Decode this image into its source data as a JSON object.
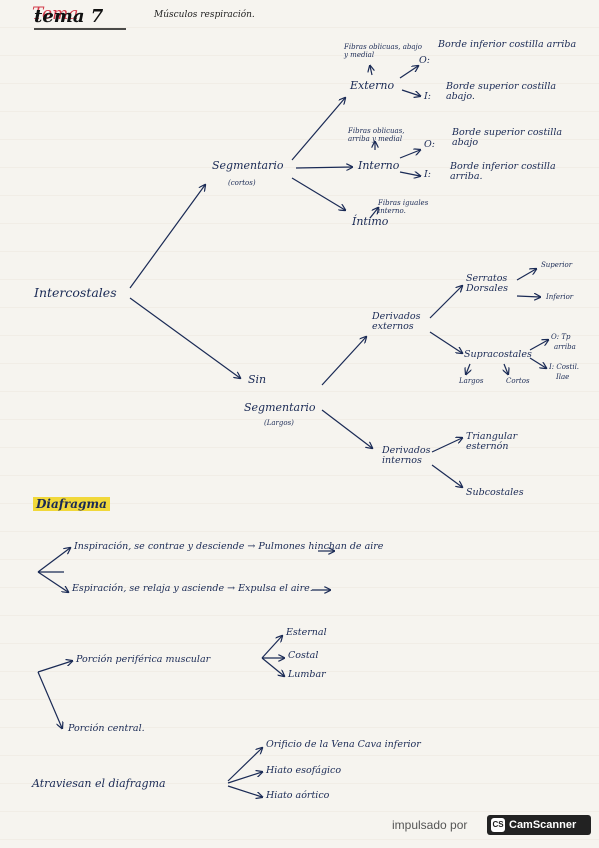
{
  "header": {
    "title": "tema 7",
    "title_struck": "Tema",
    "subtitle": "Músculos respiración."
  },
  "intercostales": {
    "root": "Intercostales",
    "segmentario": "Segmentario",
    "segmentario_note": "(cortos)",
    "externo": "Externo",
    "externo_note": "Fibras oblicuas, abajo y medial",
    "externo_o": "O:",
    "externo_o_text": "Borde inferior costilla arriba",
    "externo_i": "I:",
    "externo_i_text": "Borde superior costilla abajo.",
    "interno": "Interno",
    "interno_note": "Fibras oblicuas, arriba y medial",
    "interno_o": "O:",
    "interno_o_text": "Borde superior costilla abajo",
    "interno_i": "I:",
    "interno_i_text": "Borde inferior costilla arriba.",
    "intimo": "Íntimo",
    "intimo_note": "Fibras iguales interno.",
    "sin": "Sin",
    "sin_segmentario": "Segmentario",
    "sin_note": "(Largos)",
    "derivados_externos": "Derivados externos",
    "serratos": "Serratos Dorsales",
    "superior": "Superior",
    "inferior": "Inferior",
    "supracostales": "Supracostales",
    "supra_o": "O: Tp",
    "supra_o_sub": "arriba",
    "supra_i": "I: Costil.",
    "supra_i_sub": "Ilae",
    "largos": "Largos",
    "cortos": "Cortos",
    "derivados_internos": "Derivados internos",
    "triangular": "Triangular esternón",
    "subcostales": "Subcostales"
  },
  "diafragma": {
    "heading": "Diafragma",
    "inspiracion": "Inspiración, se contrae y desciende → Pulmones hinchan de aire",
    "espiracion": "Espiración, se relaja y asciende → Expulsa el aire.",
    "porcion_periferica": "Porción periférica muscular",
    "esternal": "Esternal",
    "costal": "Costal",
    "lumbar": "Lumbar",
    "porcion_central": "Porción central.",
    "atraviesan": "Atraviesan el diafragma",
    "orificio": "Orificio de la Vena Cava inferior",
    "hiato_esofagico": "Hiato esofágico",
    "hiato_aortico": "Hiato aórtico"
  },
  "footer": {
    "impulsado": "impulsado por",
    "logo_mark": "CS",
    "brand": "CamScanner"
  },
  "colors": {
    "ink": "#1a2a55",
    "highlight": "#f1d83a",
    "strike": "#d23a4a"
  }
}
